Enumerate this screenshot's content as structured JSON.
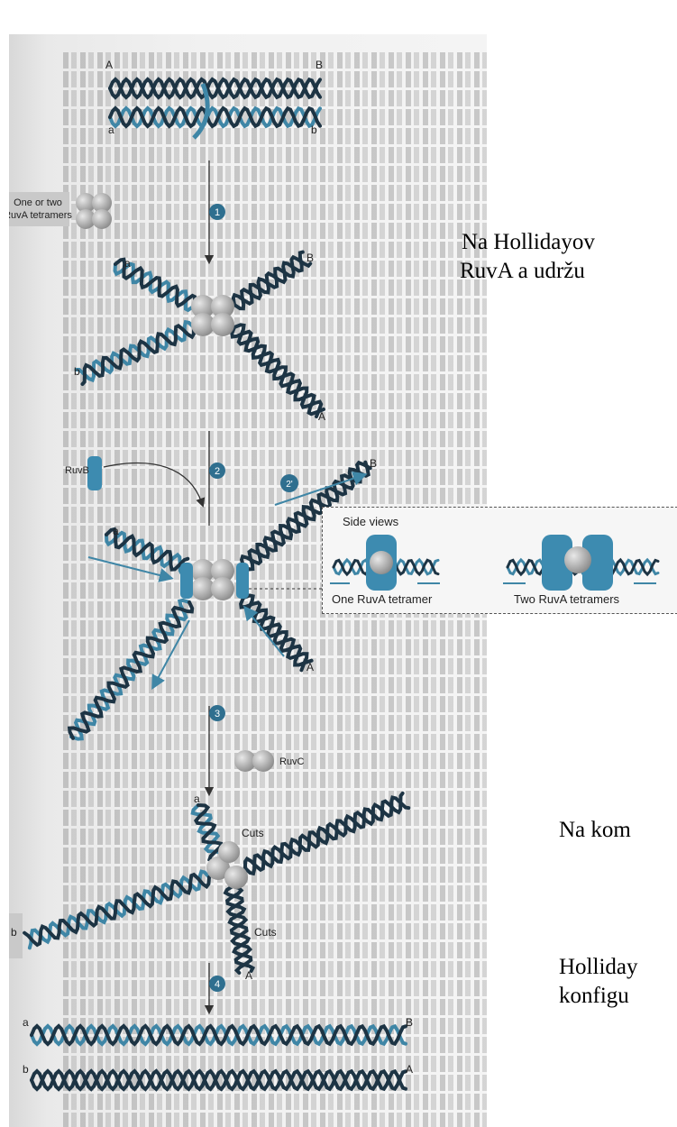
{
  "figure": {
    "strand_labels": {
      "A": "A",
      "B": "B",
      "a": "a",
      "b": "b"
    },
    "step_numbers": [
      "1",
      "2",
      "2'",
      "3",
      "4"
    ],
    "labels": {
      "ruva_tetramers": [
        "One or two",
        "RuvA tetramers"
      ],
      "ruvb": "RuvB",
      "ruvc": "RuvC",
      "cuts": "Cuts"
    },
    "side_views": {
      "title": "Side views",
      "one": "One RuvA tetramer",
      "two": "Two RuvA tetramers"
    }
  },
  "slides_text": {
    "line1": "Na Hollidayov",
    "line2": "RuvA a udržu",
    "line3": "Na kom",
    "line4": "Holliday",
    "line5": "konfigu"
  },
  "colors": {
    "dna_dark": "#1d3444",
    "dna_blue": "#3f86a6",
    "protein_blue": "#3d8bb0",
    "protein_grey": "#a9a9a9",
    "step_badge": "#2f6f8f"
  }
}
